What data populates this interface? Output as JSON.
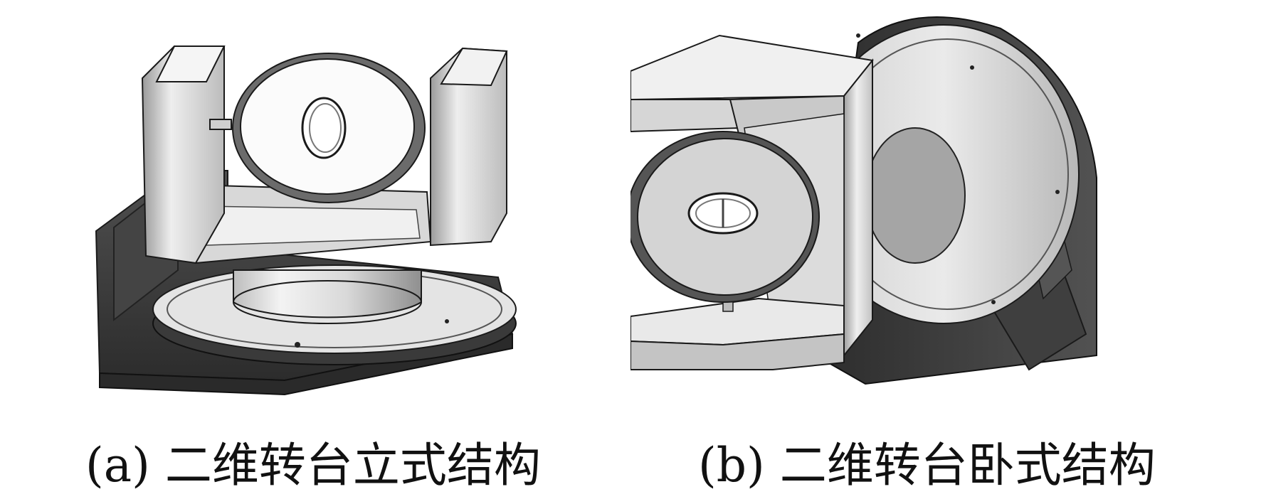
{
  "figure": {
    "panels": [
      {
        "caption": "(a) 二维转台立式结构",
        "image_subject": "two-axis turntable, vertical (upright) configuration"
      },
      {
        "caption": "(b) 二维转台卧式结构",
        "image_subject": "two-axis turntable, horizontal (lying) configuration"
      }
    ],
    "colors": {
      "base_dark": "#3a3a3a",
      "base_mid": "#4c4c4c",
      "metal_light": "#e6e6e6",
      "metal_mid": "#bdbdbd",
      "metal_shadow": "#8c8c8c",
      "outline": "#1a1a1a"
    }
  }
}
